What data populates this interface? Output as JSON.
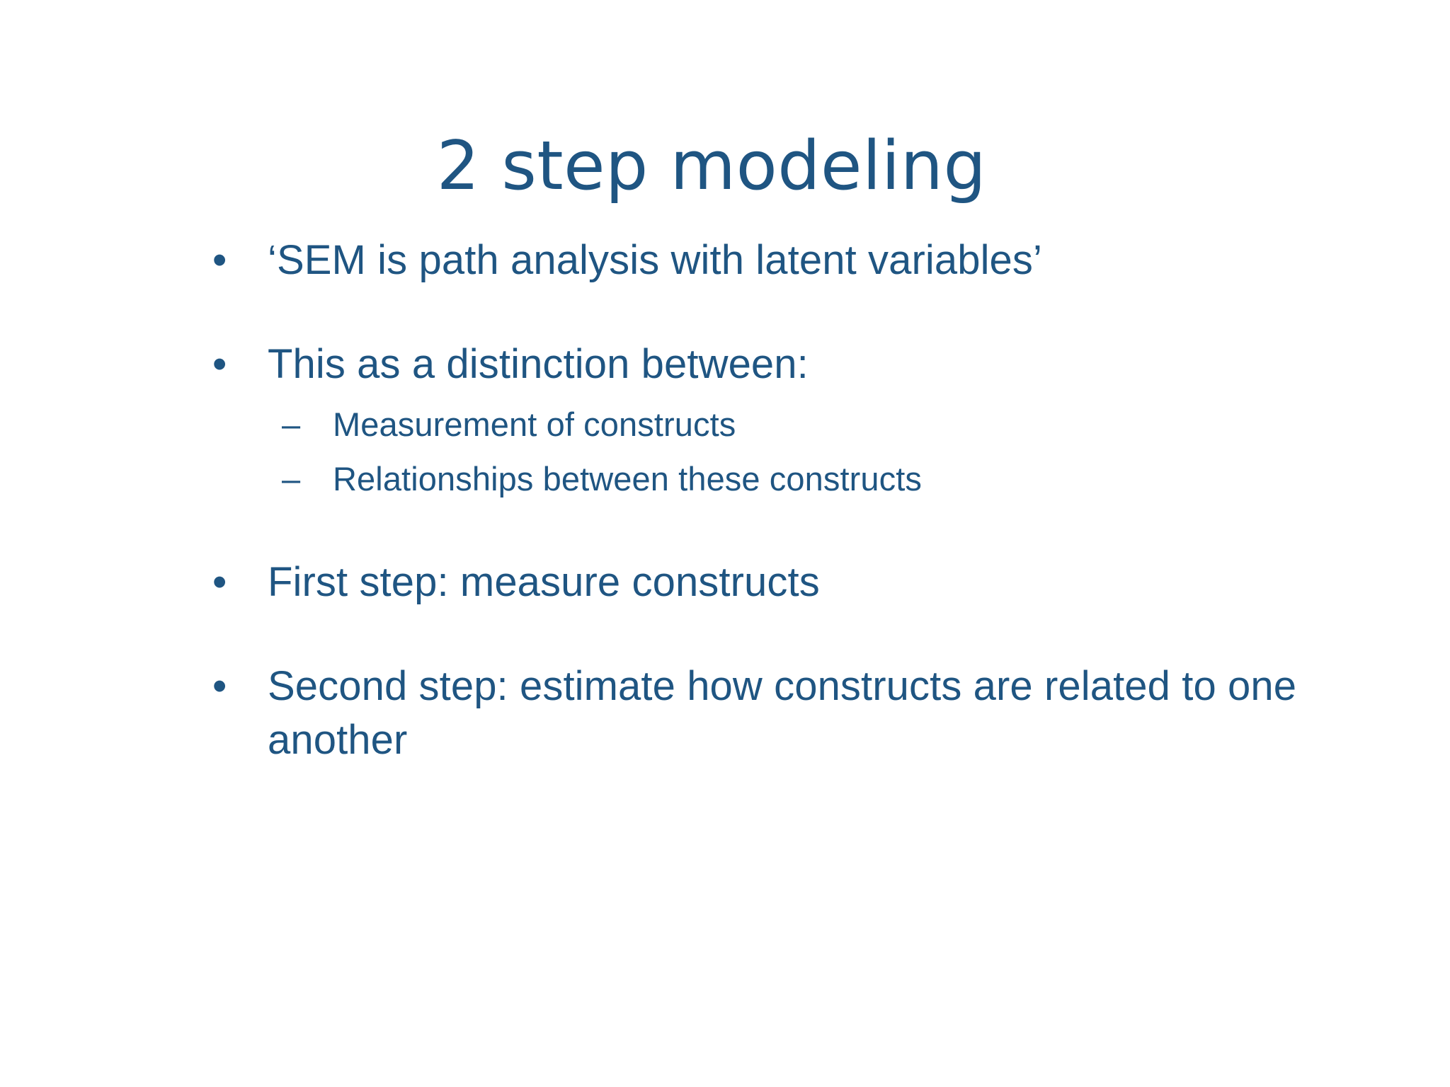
{
  "slide": {
    "title": "2 step modeling",
    "background_color": "#FFFFFF",
    "text_color": "#1F5582",
    "bullet_marker": "•",
    "sub_bullet_marker": "–",
    "items": [
      {
        "level": 1,
        "text": "‘SEM is path analysis with latent variables’"
      },
      {
        "level": 1,
        "text": "This as a distinction between:"
      },
      {
        "level": 2,
        "text": "Measurement of constructs"
      },
      {
        "level": 2,
        "text": "Relationships between these constructs"
      },
      {
        "level": 1,
        "text": "First step: measure constructs"
      },
      {
        "level": 1,
        "text": "Second step: estimate how constructs are related to one another"
      }
    ]
  }
}
